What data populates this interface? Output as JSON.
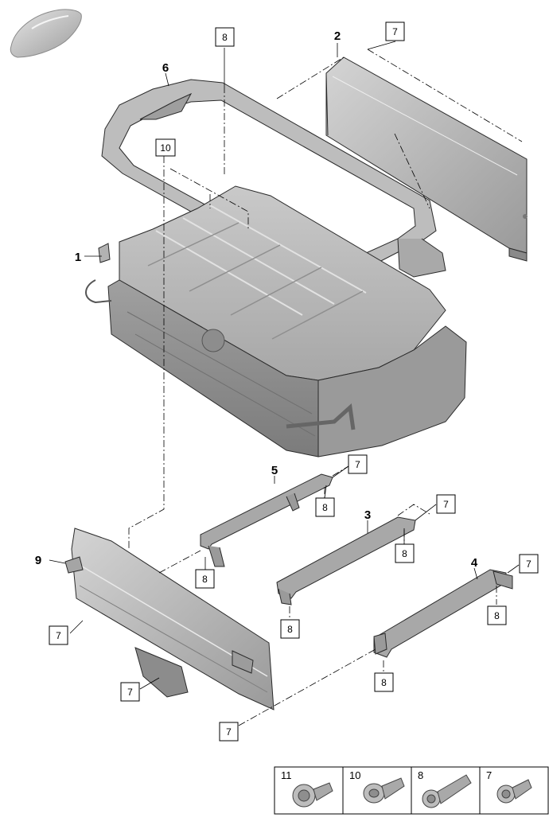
{
  "callouts": {
    "c1": "1",
    "c2": "2",
    "c3": "3",
    "c4": "4",
    "c5": "5",
    "c6": "6",
    "c9": "9"
  },
  "boxed_callouts": {
    "b8_top": "8",
    "b7_top": "7",
    "b10": "10",
    "b7_bracket5": "7",
    "b8_bracket5": "8",
    "b7_bracket3": "7",
    "b8_bracket3": "8",
    "b8_5left": "8",
    "b7_bracket4": "7",
    "b8_4right": "8",
    "b8_3left": "8",
    "b8_4left": "8",
    "b7_9a": "7",
    "b7_9b": "7",
    "b7_9c": "7"
  },
  "legend": {
    "items": [
      {
        "number": "11",
        "icon": "flange-bolt-icon"
      },
      {
        "number": "10",
        "icon": "flange-bolt-icon"
      },
      {
        "number": "8",
        "icon": "long-bolt-icon"
      },
      {
        "number": "7",
        "icon": "short-bolt-icon"
      }
    ]
  },
  "colors": {
    "part_fill": "#b8b8b8",
    "part_dark": "#8c8c8c",
    "part_light": "#d9d9d9",
    "line": "#000000"
  }
}
